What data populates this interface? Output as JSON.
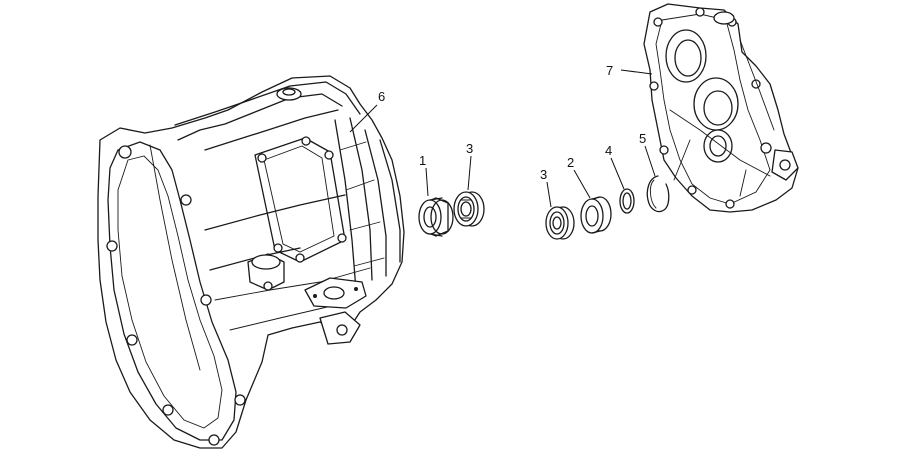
{
  "diagram": {
    "callouts": [
      {
        "id": "c1",
        "label": "1"
      },
      {
        "id": "c3a",
        "label": "3"
      },
      {
        "id": "c3b",
        "label": "3"
      },
      {
        "id": "c2",
        "label": "2"
      },
      {
        "id": "c4",
        "label": "4"
      },
      {
        "id": "c5",
        "label": "5"
      },
      {
        "id": "c6",
        "label": "6"
      },
      {
        "id": "c7",
        "label": "7"
      }
    ]
  }
}
